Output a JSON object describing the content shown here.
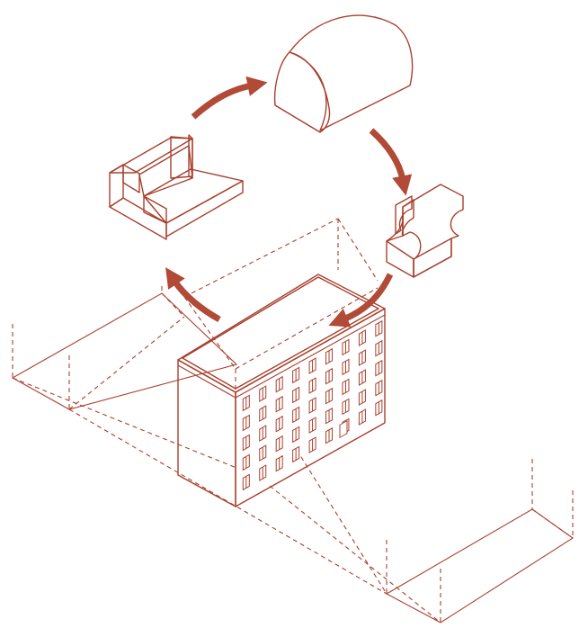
{
  "palette": {
    "line": "#a8402e",
    "dark": "#b14a36",
    "mid": "#d68f80",
    "light": "#e8c4bb",
    "white": "#ffffff"
  },
  "diagram": {
    "kind": "isometric-cycle",
    "steps": [
      {
        "id": "stepped-block-icon"
      },
      {
        "id": "barrel-vault-icon"
      },
      {
        "id": "carved-block-icon"
      },
      {
        "id": "apartment-building"
      }
    ],
    "arrow_count": 4
  }
}
